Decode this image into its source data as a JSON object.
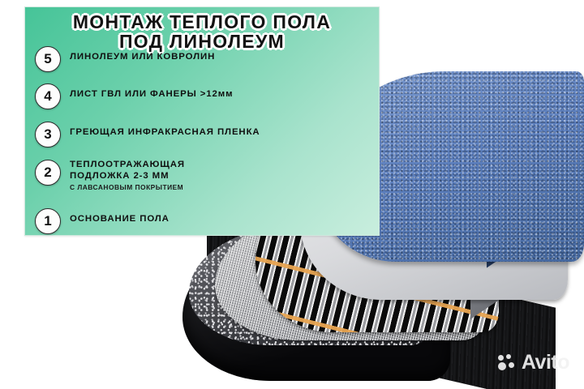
{
  "poster": {
    "title_line1": "МОНТАЖ ТЕПЛОГО ПОЛА",
    "title_line2": "ПОД ЛИНОЛЕУМ",
    "panel_color": "#6bd0ab",
    "accent_color": "#46c498"
  },
  "legend": [
    {
      "number": "5",
      "label": "ЛИНОЛЕУМ ИЛИ КОВРОЛИН",
      "sub": ""
    },
    {
      "number": "4",
      "label": "ЛИСТ ГВЛ ИЛИ ФАНЕРЫ >12мм",
      "sub": ""
    },
    {
      "number": "3",
      "label": "ГРЕЮЩАЯ ИНФРАКРАСНАЯ ПЛЕНКА",
      "sub": ""
    },
    {
      "number": "2",
      "label": "ТЕПЛООТРАЖАЮЩАЯ",
      "label2": "ПОДЛОЖКА 2-3 ММ",
      "sub": "С ЛАВСАНОВЫМ ПОКРЫТИЕМ"
    },
    {
      "number": "1",
      "label": "ОСНОВАНИЕ ПОЛА",
      "sub": ""
    }
  ],
  "callouts": [
    {
      "number": "1",
      "layer": "floor-base"
    },
    {
      "number": "2",
      "layer": "heat-reflective-underlay"
    },
    {
      "number": "3",
      "layer": "infrared-heating-film"
    },
    {
      "number": "4",
      "layer": "gvl-board"
    },
    {
      "number": "5",
      "layer": "linoleum-carpet"
    }
  ],
  "watermark": {
    "brand": "Avito"
  }
}
